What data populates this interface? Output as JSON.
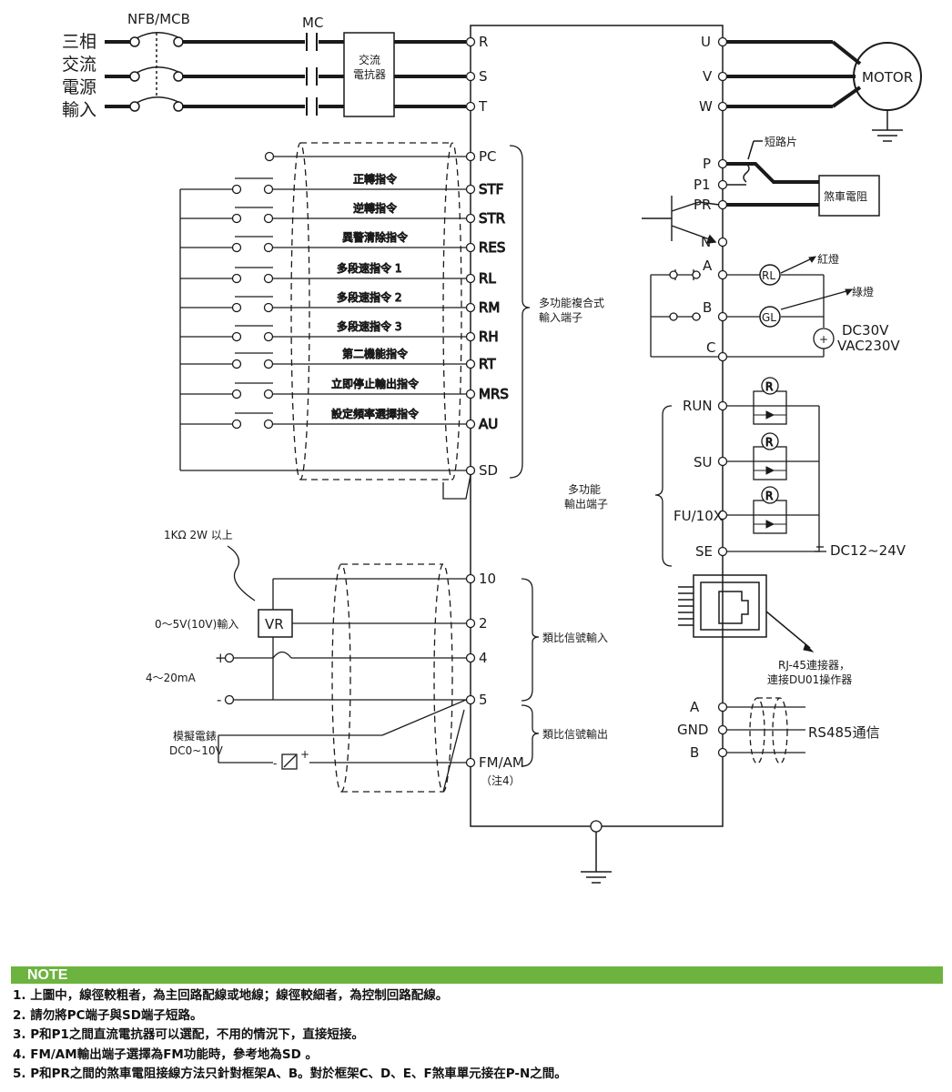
{
  "main_circuit": {
    "breaker": "NFB/MCB",
    "contactor": "MC",
    "power_input": [
      "三相",
      "交流",
      "電源",
      "輸入"
    ],
    "reactor": [
      "交流",
      "電抗器"
    ],
    "input_terminals": [
      "R",
      "S",
      "T"
    ],
    "output_terminals": [
      "U",
      "V",
      "W"
    ],
    "motor": "MOTOR",
    "dc_terminals": [
      "P",
      "P1",
      "PR",
      "N"
    ],
    "short_bar": "短路片",
    "brake_resistor": "煞車電阻"
  },
  "input_terminals": {
    "common": "PC",
    "rows": [
      {
        "terminal": "STF",
        "desc": "正轉指令"
      },
      {
        "terminal": "STR",
        "desc": "逆轉指令"
      },
      {
        "terminal": "RES",
        "desc": "異警清除指令"
      },
      {
        "terminal": "RL",
        "desc": "多段速指令 1"
      },
      {
        "terminal": "RM",
        "desc": "多段速指令 2"
      },
      {
        "terminal": "RH",
        "desc": "多段速指令 3"
      },
      {
        "terminal": "RT",
        "desc": "第二機能指令"
      },
      {
        "terminal": "MRS",
        "desc": "立即停止輸出指令"
      },
      {
        "terminal": "AU",
        "desc": "設定頻率選擇指令"
      }
    ],
    "sd": "SD",
    "group_label": [
      "多功能複合式",
      "輸入端子"
    ]
  },
  "analog": {
    "resistor_spec": "1KΩ 2W 以上",
    "vr": "VR",
    "voltage_input": "0～5V(10V)輸入",
    "current_input": "4～20mA",
    "plus": "+",
    "minus": "-",
    "terminals": [
      "10",
      "2",
      "4",
      "5"
    ],
    "input_group": "類比信號輸入",
    "meter": [
      "模擬電錶",
      "DC0~10V"
    ],
    "output_terminal": "FM/AM",
    "output_note": "（注4）",
    "output_group": "類比信號輸出"
  },
  "relay": {
    "terminals": [
      "A",
      "B",
      "C"
    ],
    "red_lamp": "紅燈",
    "green_lamp": "綠燈",
    "rl": "RL",
    "gl": "GL",
    "supply": [
      "DC30V",
      "VAC230V"
    ]
  },
  "open_collector": {
    "terminals": [
      "RUN",
      "SU",
      "FU/10X",
      "SE"
    ],
    "relay_symbol": "R",
    "group_label": [
      "多功能",
      "輸出端子"
    ],
    "supply": "DC12~24V"
  },
  "comm": {
    "rj45": [
      "RJ-45連接器，",
      "連接DU01操作器"
    ],
    "terminals": [
      "A",
      "GND",
      "B"
    ],
    "rs485": "RS485通信"
  },
  "note": {
    "title": "NOTE",
    "items": [
      "1. 上圖中，線徑較粗者，為主回路配線或地線；線徑較細者，為控制回路配線。",
      "2. 請勿將PC端子與SD端子短路。",
      "3. P和P1之間直流電抗器可以選配，不用的情況下，直接短接。",
      "4. FM/AM輸出端子選擇為FM功能時，參考地為SD 。",
      "5. P和PR之間的煞車電阻接線方法只針對框架A、B。對於框架C、D、E、F煞車單元接在P-N之間。"
    ]
  },
  "colors": {
    "line": "#1a1a1a",
    "note_bar": "#6db33f",
    "note_title": "#ffffff"
  }
}
